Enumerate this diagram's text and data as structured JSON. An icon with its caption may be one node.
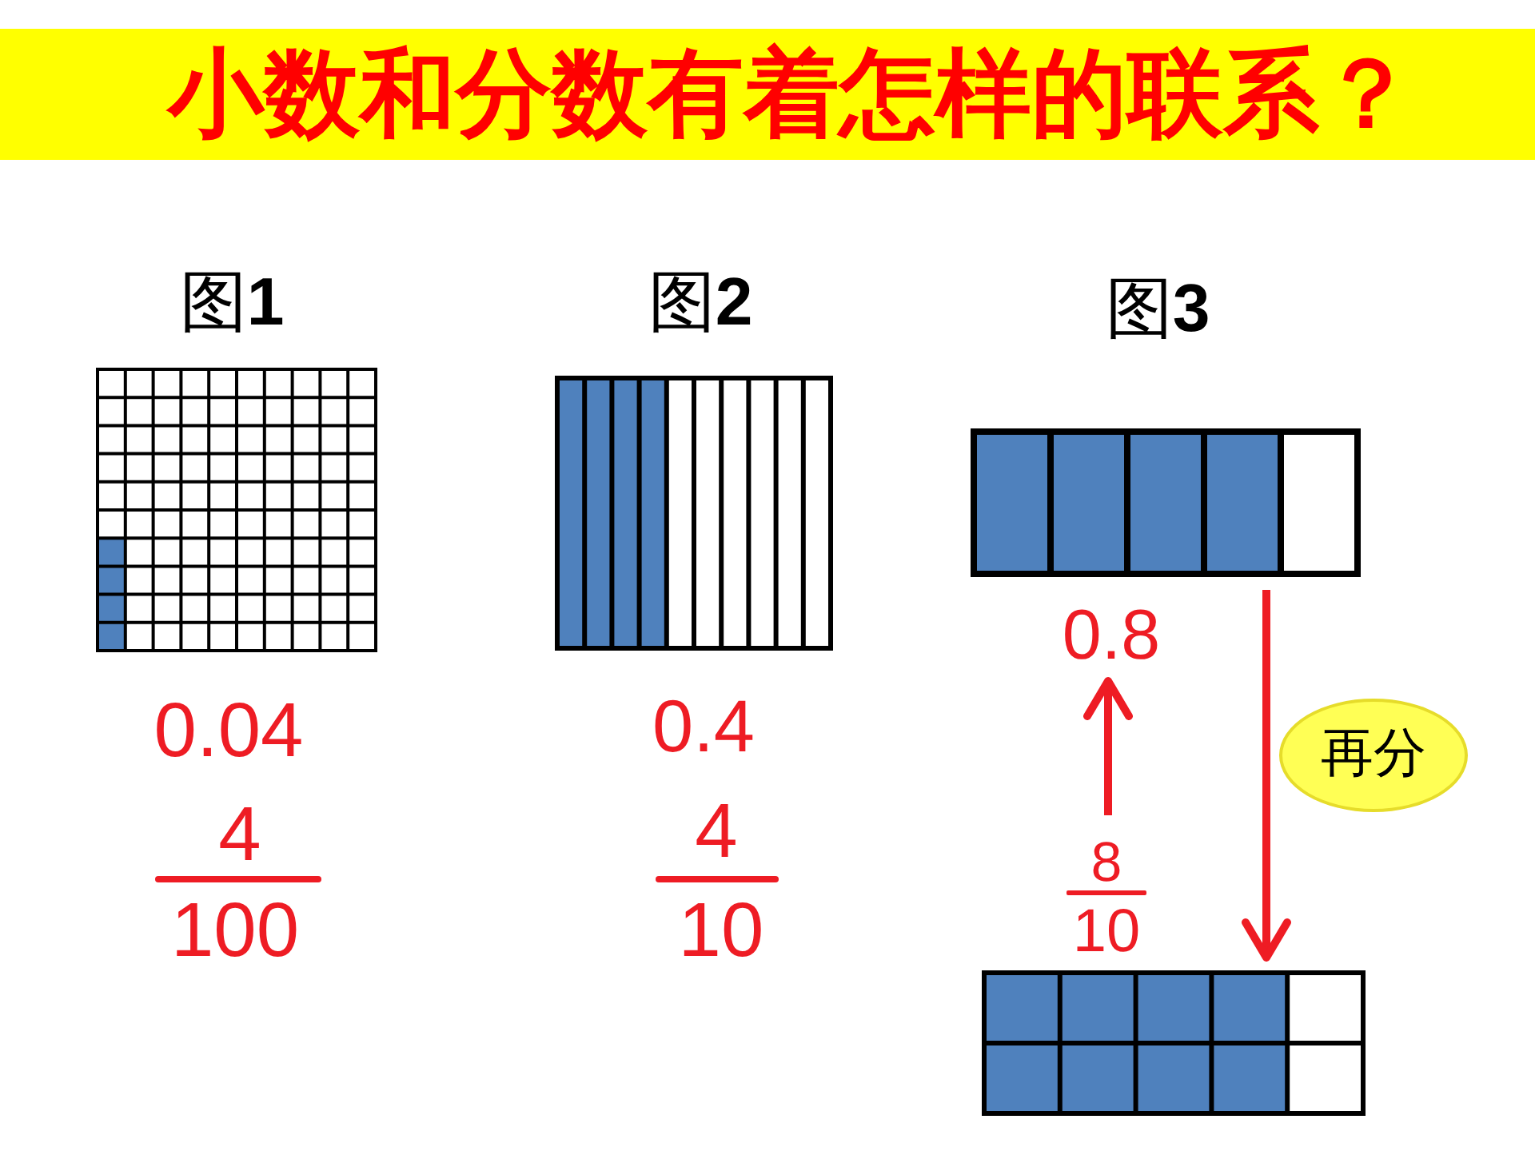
{
  "diagram": {
    "title": "小数和分数有着怎样的联系？",
    "nodes": [
      {
        "text": [],
        "shape": "box",
        "beside": [
          "图**1**",
          "0.04",
          "4",
          "100"
        ]
      },
      {
        "text": [],
        "shape": "box",
        "beside": [
          "图**2**",
          "0.4",
          "4",
          "10"
        ]
      },
      {
        "text": [],
        "shape": "box",
        "beside": [
          "图**3**"
        ]
      },
      {
        "text": [
          "0.8"
        ]
      },
      {
        "text": [
          "再分"
        ]
      },
      {
        "text": [
          "8",
          "10"
        ]
      },
      {
        "text": [],
        "shape": "box"
      }
    ],
    "edges": [
      {
        "from": 5,
        "to": 3,
        "arrow": "to"
      },
      {
        "from": 2,
        "to": 6,
        "arrow": "to"
      }
    ]
  }
}
